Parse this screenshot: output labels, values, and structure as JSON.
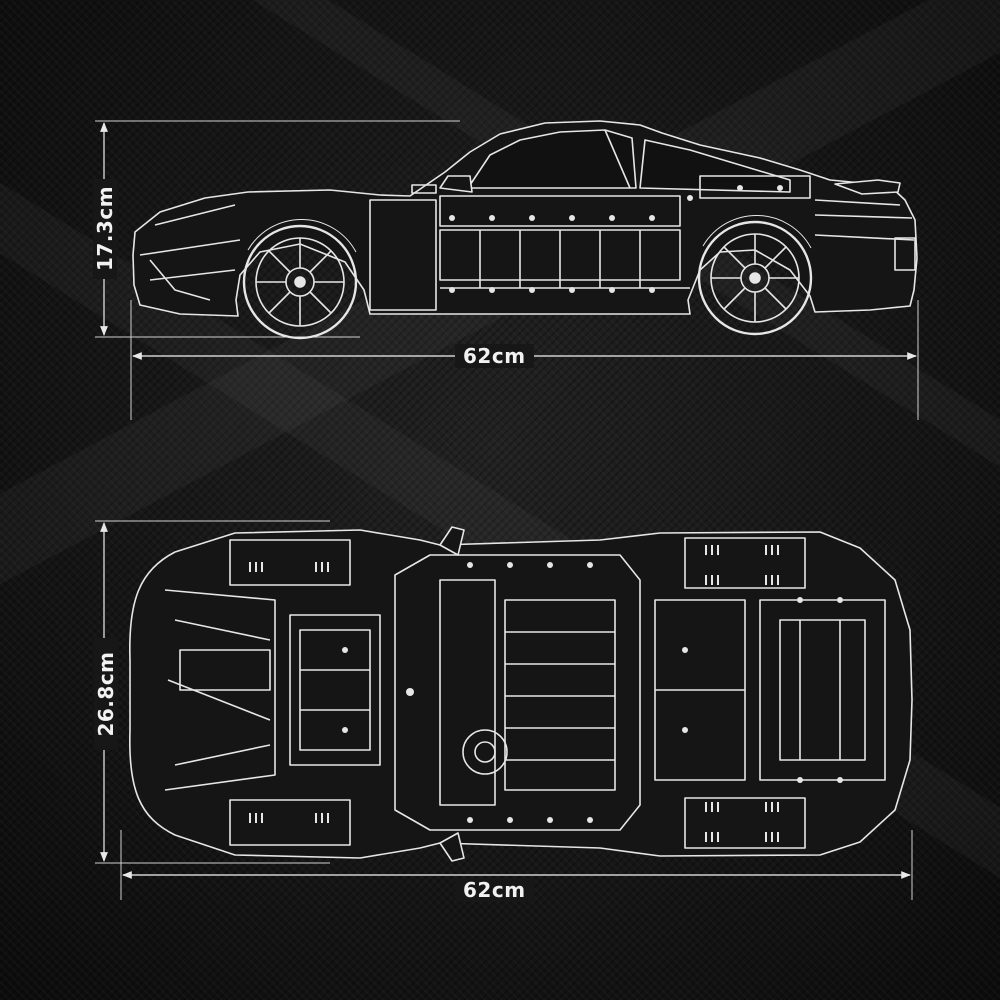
{
  "side_view": {
    "height_label": "17.3cm",
    "length_label": "62cm"
  },
  "top_view": {
    "width_label": "26.8cm",
    "length_label": "62cm"
  },
  "colors": {
    "background": "#141414",
    "line": "#e8e8e8",
    "text": "#f2f2f2"
  }
}
